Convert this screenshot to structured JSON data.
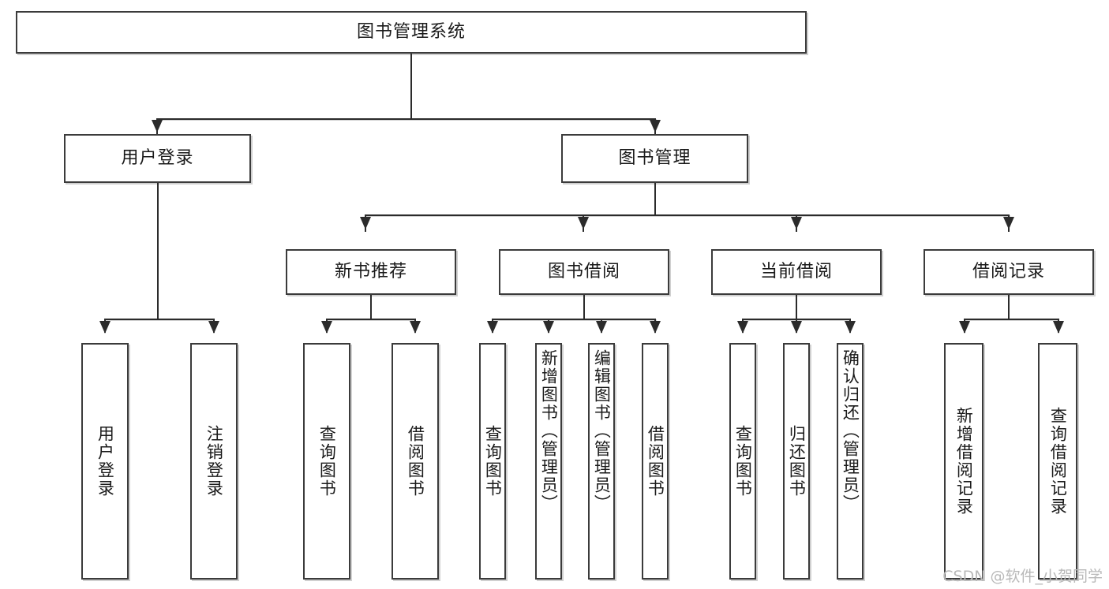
{
  "diagram": {
    "title": "图书管理系统",
    "type": "functional-structure-tree",
    "watermark": "CSDN @软件_小贺同学",
    "colors": {
      "box_border": "#3b3b3b",
      "connector": "#2b2b2b",
      "background": "#ffffff",
      "text": "#1a1a1a",
      "watermark": "#b9b9b9"
    },
    "root": {
      "label": "图书管理系统"
    },
    "level2": [
      {
        "label": "用户登录"
      },
      {
        "label": "图书管理"
      }
    ],
    "level3": [
      {
        "label": "新书推荐"
      },
      {
        "label": "图书借阅"
      },
      {
        "label": "当前借阅"
      },
      {
        "label": "借阅记录"
      }
    ],
    "leaves": {
      "user_login": [
        {
          "label": "用户登录"
        },
        {
          "label": "注销登录"
        }
      ],
      "new_book": [
        {
          "label": "查询图书"
        },
        {
          "label": "借阅图书"
        }
      ],
      "book_borrow": [
        {
          "label": "查询图书"
        },
        {
          "label": "新增图书（管理员）"
        },
        {
          "label": "编辑图书（管理员）"
        },
        {
          "label": "借阅图书"
        }
      ],
      "current_borrow": [
        {
          "label": "查询图书"
        },
        {
          "label": "归还图书"
        },
        {
          "label": "确认归还（管理员）"
        }
      ],
      "borrow_record": [
        {
          "label": "新增借阅记录"
        },
        {
          "label": "查询借阅记录"
        }
      ]
    }
  }
}
